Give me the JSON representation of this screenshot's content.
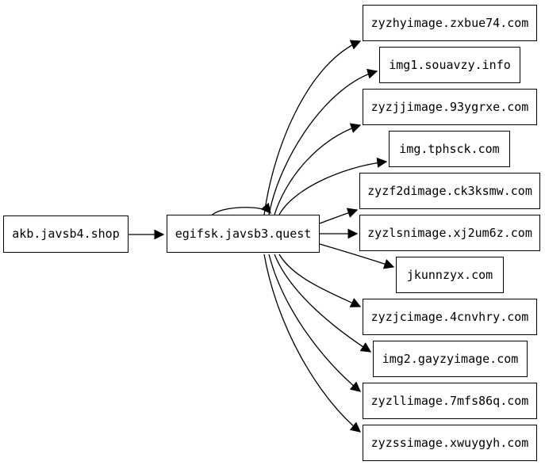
{
  "diagram": {
    "type": "directed-graph",
    "background_color": "#ffffff",
    "node_fill_color": "#ffffff",
    "node_border_color": "#000000",
    "edge_color": "#000000",
    "nodes": {
      "source": {
        "label": "akb.javsb4.shop"
      },
      "hub": {
        "label": "egifsk.javsb3.quest"
      },
      "targets": [
        {
          "label": "zyzhyimage.zxbue74.com"
        },
        {
          "label": "img1.souavzy.info"
        },
        {
          "label": "zyzjjimage.93ygrxe.com"
        },
        {
          "label": "img.tphsck.com"
        },
        {
          "label": "zyzf2dimage.ck3ksmw.com"
        },
        {
          "label": "zyzlsnimage.xj2um6z.com"
        },
        {
          "label": "jkunnzyx.com"
        },
        {
          "label": "zyzjcimage.4cnvhry.com"
        },
        {
          "label": "img2.gayzyimage.com"
        },
        {
          "label": "zyzllimage.7mfs86q.com"
        },
        {
          "label": "zyzssimage.xwuygyh.com"
        }
      ]
    },
    "edges": [
      {
        "from": "akb.javsb4.shop",
        "to": "egifsk.javsb3.quest"
      },
      {
        "from": "egifsk.javsb3.quest",
        "to": "egifsk.javsb3.quest"
      },
      {
        "from": "egifsk.javsb3.quest",
        "to": "zyzhyimage.zxbue74.com"
      },
      {
        "from": "egifsk.javsb3.quest",
        "to": "img1.souavzy.info"
      },
      {
        "from": "egifsk.javsb3.quest",
        "to": "zyzjjimage.93ygrxe.com"
      },
      {
        "from": "egifsk.javsb3.quest",
        "to": "img.tphsck.com"
      },
      {
        "from": "egifsk.javsb3.quest",
        "to": "zyzf2dimage.ck3ksmw.com"
      },
      {
        "from": "egifsk.javsb3.quest",
        "to": "zyzlsnimage.xj2um6z.com"
      },
      {
        "from": "egifsk.javsb3.quest",
        "to": "jkunnzyx.com"
      },
      {
        "from": "egifsk.javsb3.quest",
        "to": "zyzjcimage.4cnvhry.com"
      },
      {
        "from": "egifsk.javsb3.quest",
        "to": "img2.gayzyimage.com"
      },
      {
        "from": "egifsk.javsb3.quest",
        "to": "zyzllimage.7mfs86q.com"
      },
      {
        "from": "egifsk.javsb3.quest",
        "to": "zyzssimage.xwuygyh.com"
      }
    ]
  }
}
